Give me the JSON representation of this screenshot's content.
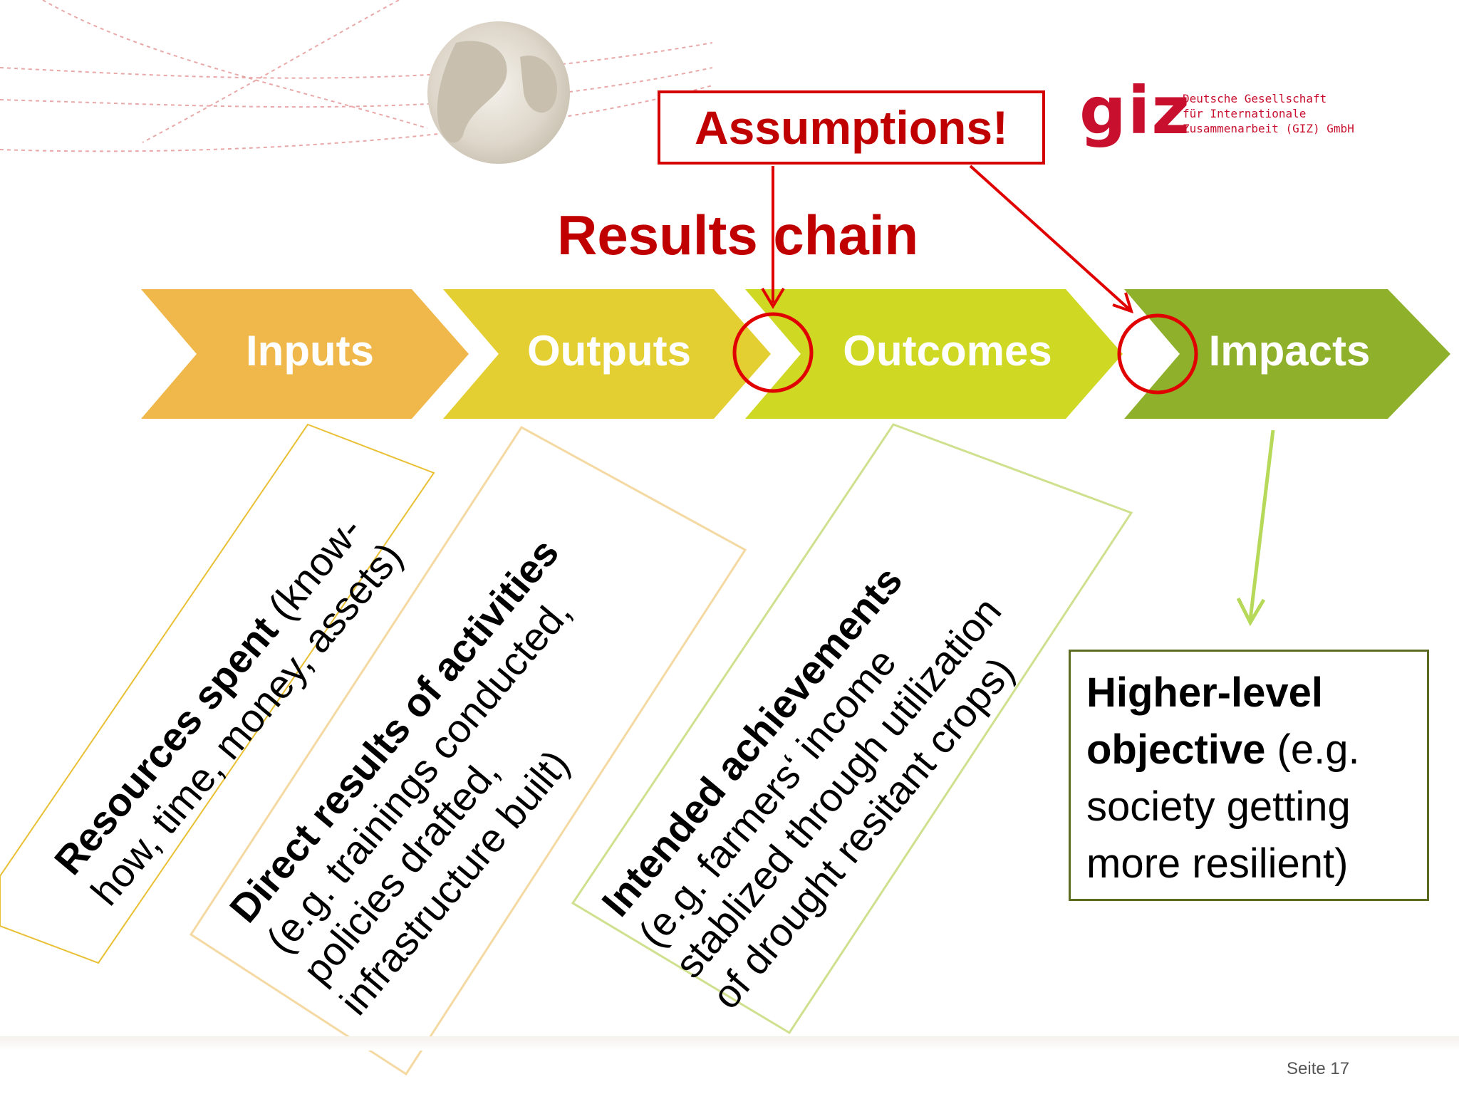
{
  "logo": {
    "mark": "giz",
    "lines": [
      "Deutsche Gesellschaft",
      "für Internationale",
      "Zusammenarbeit (GIZ) GmbH"
    ]
  },
  "assumptions_label": "Assumptions!",
  "title": "Results chain",
  "stages": [
    {
      "label": "Inputs",
      "color": "#f0b84a"
    },
    {
      "label": "Outputs",
      "color": "#e4cf33"
    },
    {
      "label": "Outcomes",
      "color": "#cfd924"
    },
    {
      "label": "Impacts",
      "color": "#8eb02a"
    }
  ],
  "descriptions": [
    {
      "bold": "Resources spent",
      "rest_line1": " (know-",
      "line2": "how, time, money, assets)"
    },
    {
      "bold": "Direct results of activities",
      "line2": "(e.g. trainings conducted,",
      "line3": "policies drafted,",
      "line4": "infrastructure built)"
    },
    {
      "bold": "Intended achievements",
      "line2": "(e.g. farmers‘ income",
      "line3": "stablized through utilization",
      "line4": "of drought resitant crops)"
    }
  ],
  "higher_level": {
    "bold1": "Higher-level",
    "bold2": "objective",
    "rest2": " (e.g.",
    "line3": "society getting",
    "line4": "more resilient)"
  },
  "colors": {
    "accent_red": "#d40000",
    "text_red": "#c00000",
    "frame_green": "#5b6b1f",
    "arrow_green": "#b6d95a"
  },
  "page_label": "Seite 17"
}
